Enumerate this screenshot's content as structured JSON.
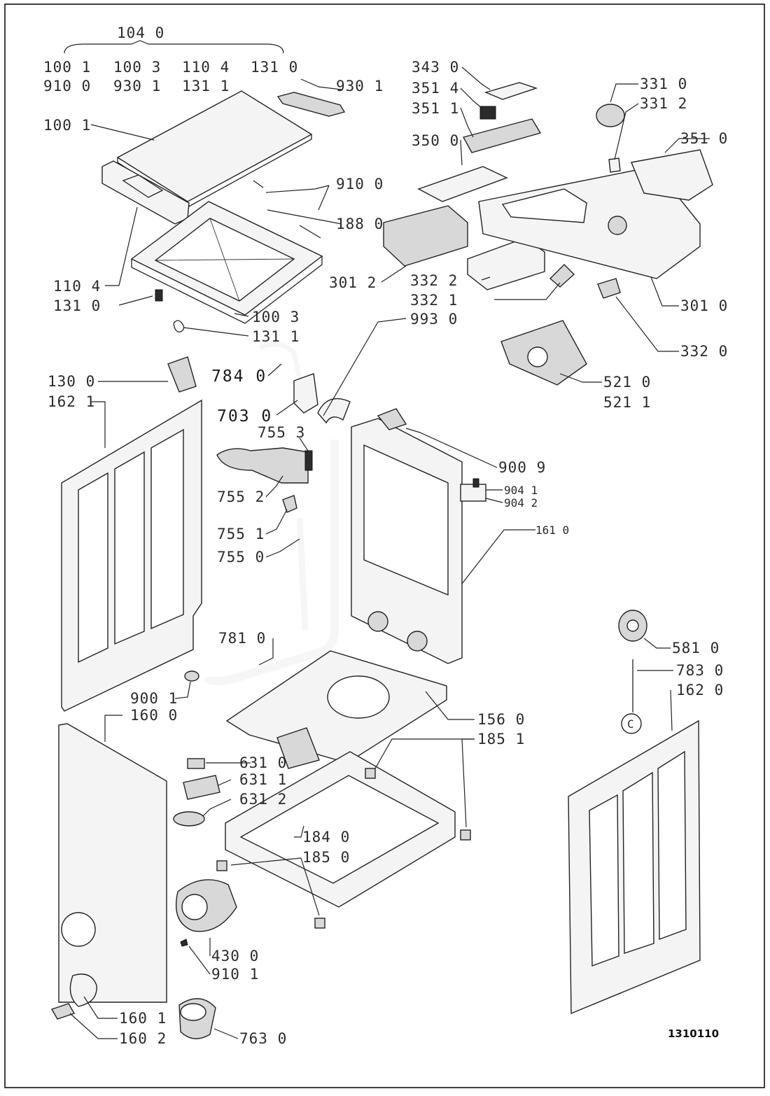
{
  "diagram": {
    "drawing_code": "1310110",
    "labels": {
      "l1040": "104 0",
      "l1001a": "100 1",
      "l1003a": "100 3",
      "l1104a": "110 4",
      "l1310a": "131 0",
      "l9100a": "910 0",
      "l9301a": "930 1",
      "l1311a": "131 1",
      "l9301b": "930 1",
      "l1001b": "100 1",
      "l9100b": "910 0",
      "l1880": "188 0",
      "l1104b": "110 4",
      "l1310b": "131 0",
      "l1003b": "100 3",
      "l1311b": "131 1",
      "l3430": "343 0",
      "l3514": "351 4",
      "l3511": "351 1",
      "l3500": "350 0",
      "l3012": "301 2",
      "l3322": "332 2",
      "l3321": "332 1",
      "l9930": "993 0",
      "l3310": "331 0",
      "l3312": "331 2",
      "l3510": "351 0",
      "l3010": "301 0",
      "l3320": "332 0",
      "l5210": "521 0",
      "l5211": "521 1",
      "l1300": "130 0",
      "l1621": "162 1",
      "l7840": "784 0",
      "l7030": "703 0",
      "l7553": "755 3",
      "l7552": "755 2",
      "l7551": "755 1",
      "l7550": "755 0",
      "l9009": "900 9",
      "l9041": "904 1",
      "l9042": "904 2",
      "l1610": "161 0",
      "l7810": "781 0",
      "l9001": "900 1",
      "l1600": "160 0",
      "l1560": "156 0",
      "l1851": "185 1",
      "l5810": "581 0",
      "l7830": "783 0",
      "l1620": "162 0",
      "l6310": "631 0",
      "l6311": "631 1",
      "l6312": "631 2",
      "l1840": "184 0",
      "l1850": "185 0",
      "l4300": "430 0",
      "l9101": "910 1",
      "l1601": "160 1",
      "l1602": "160 2",
      "l7630": "763 0",
      "circle_c": "C"
    }
  }
}
